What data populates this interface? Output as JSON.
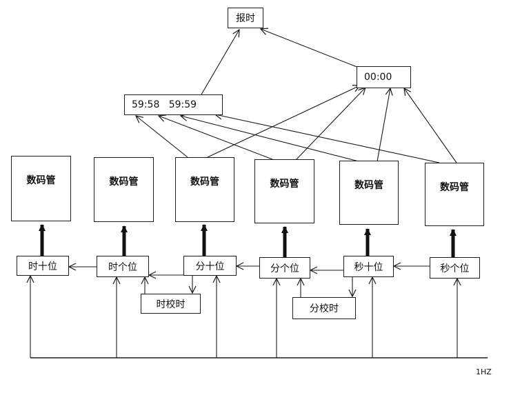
{
  "nodes": {
    "report_time": "报时",
    "time_0000": "00:00",
    "time_5958_5959": "59:58   59:59",
    "display_1": "数码管",
    "display_2": "数码管",
    "display_3": "数码管",
    "display_4": "数码管",
    "display_5": "数码管",
    "display_6": "数码管",
    "hour_tens": "时十位",
    "hour_units": "时个位",
    "min_tens": "分十位",
    "min_units": "分个位",
    "sec_tens": "秒十位",
    "sec_units": "秒个位",
    "hour_adjust": "时校时",
    "min_adjust": "分校时"
  },
  "clock_label": "1HZ",
  "colors": {
    "line": "#1a1a1a",
    "background": "#ffffff",
    "text": "#111111"
  }
}
